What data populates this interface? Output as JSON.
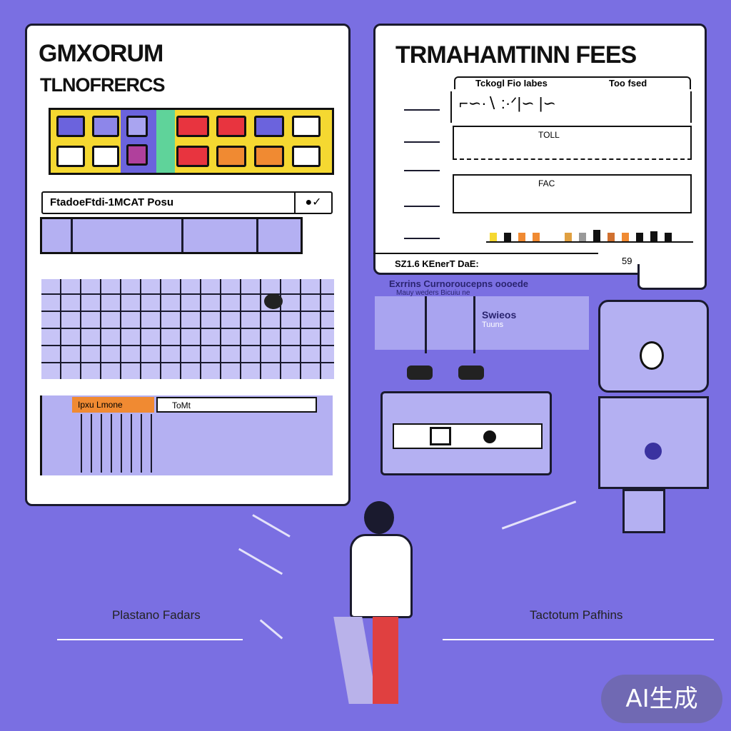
{
  "left_panel": {
    "title": "GMXORUM",
    "subtitle": "TLNOFRERCS",
    "search_label": "FtadoeFtdi-1MCAT Posu",
    "tab_orange": "Ipxu Lmone",
    "tab_white": "ToMt"
  },
  "right_panel": {
    "title": "TRMAHAMTINN FEES",
    "header_col1": "Tckogl Fio Iabes",
    "header_col2": "Too fsed",
    "row2_text": "TOLL",
    "row3_text": "FAC",
    "footer_text": "SZ1.6 KEnerT DaE:",
    "footer_right": "59"
  },
  "middle": {
    "caption": "Exrrins Curnoroucepns oooede",
    "caption_sub": "Mauy weders Bicuiu ne",
    "card_label": "Swieos",
    "card_sub": "Tuuns"
  },
  "labels": {
    "left": "Plastano Fadars",
    "right": "Tactotum Pafhins"
  },
  "badge": {
    "text": "AI生成"
  },
  "colors": {
    "background": "#7a6fe2",
    "yellow": "#f5d831",
    "red": "#e8343f",
    "orange": "#f08a32",
    "green": "#5fd39a",
    "lavender": "#b4b0f2"
  }
}
